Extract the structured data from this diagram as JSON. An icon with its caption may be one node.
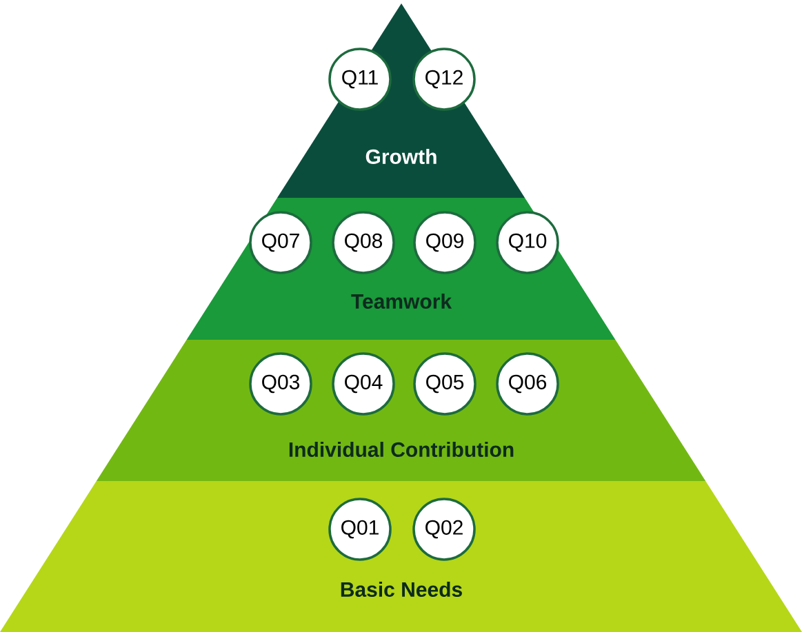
{
  "diagram": {
    "nodes": [
      {
        "text": [
          "Growth"
        ]
      },
      {
        "text": [
          "Q11"
        ],
        "in": 0
      },
      {
        "text": [
          "Q12"
        ],
        "in": 0
      },
      {
        "text": [
          "Teamwork"
        ]
      },
      {
        "text": [
          "Q07"
        ],
        "in": 3
      },
      {
        "text": [
          "Q08"
        ],
        "in": 3
      },
      {
        "text": [
          "Q09"
        ],
        "in": 3
      },
      {
        "text": [
          "Q10"
        ],
        "in": 3
      },
      {
        "text": [
          "Individual Contribution"
        ]
      },
      {
        "text": [
          "Q03"
        ],
        "in": 8
      },
      {
        "text": [
          "Q04"
        ],
        "in": 8
      },
      {
        "text": [
          "Q05"
        ],
        "in": 8
      },
      {
        "text": [
          "Q06"
        ],
        "in": 8
      },
      {
        "text": [
          "Basic Needs"
        ]
      },
      {
        "text": [
          "Q01"
        ],
        "in": 13
      },
      {
        "text": [
          "Q02"
        ],
        "in": 13
      }
    ]
  }
}
